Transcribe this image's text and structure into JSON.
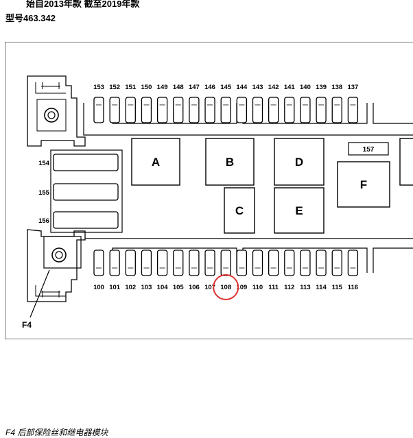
{
  "header": {
    "line1": "始自2013年款 截至2019年款",
    "line2": "型号463.342"
  },
  "caption": "F4    后部保险丝和继电器模块",
  "diagram": {
    "top_fuses": [
      "153",
      "152",
      "151",
      "150",
      "149",
      "148",
      "147",
      "146",
      "145",
      "144",
      "143",
      "142",
      "141",
      "140",
      "139",
      "138",
      "137"
    ],
    "bottom_fuses": [
      "100",
      "101",
      "102",
      "103",
      "104",
      "105",
      "106",
      "107",
      "108",
      "109",
      "110",
      "111",
      "112",
      "113",
      "114",
      "115",
      "116"
    ],
    "side_fuses": [
      "154",
      "155",
      "156"
    ],
    "relays": [
      "A",
      "B",
      "C",
      "D",
      "E",
      "F"
    ],
    "small_label": "157",
    "component_label": "F4",
    "highlighted_fuse": "108",
    "highlight_color": "#e03030"
  }
}
